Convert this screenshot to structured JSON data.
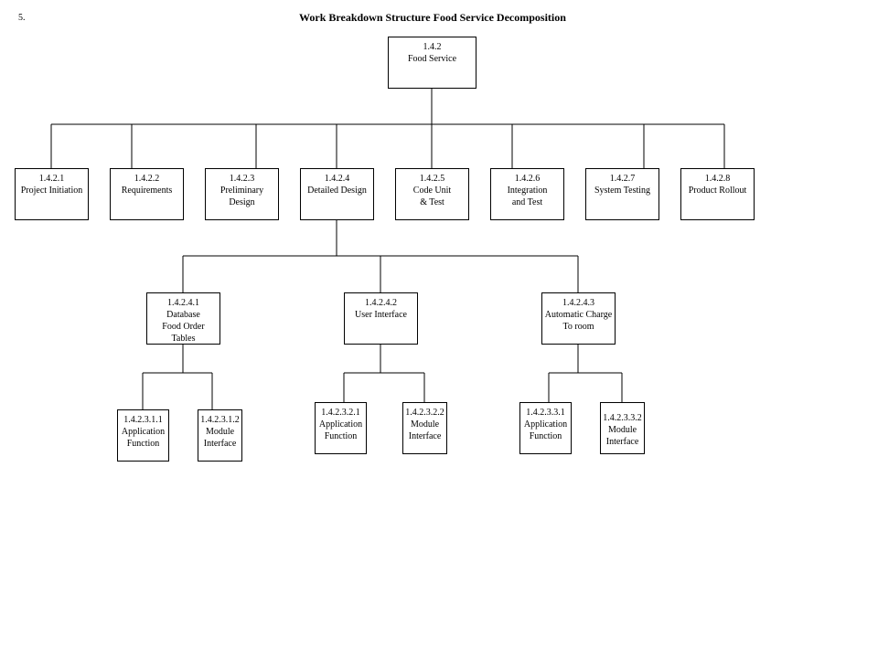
{
  "page_number": "5.",
  "title": "Work Breakdown Structure Food Service Decomposition",
  "nodes": {
    "root": {
      "id": "1.4.2",
      "lines": [
        "Food Service"
      ]
    },
    "n1": {
      "id": "1.4.2.1",
      "lines": [
        "Project Initiation"
      ]
    },
    "n2": {
      "id": "1.4.2.2",
      "lines": [
        "Requirements"
      ]
    },
    "n3": {
      "id": "1.4.2.3",
      "lines": [
        "Preliminary",
        "Design"
      ]
    },
    "n4": {
      "id": "1.4.2.4",
      "lines": [
        "Detailed Design"
      ]
    },
    "n5": {
      "id": "1.4.2.5",
      "lines": [
        "Code Unit",
        "& Test"
      ]
    },
    "n6": {
      "id": "1.4.2.6",
      "lines": [
        "Integration",
        "and Test"
      ]
    },
    "n7": {
      "id": "1.4.2.7",
      "lines": [
        "System Testing"
      ]
    },
    "n8": {
      "id": "1.4.2.8",
      "lines": [
        "Product Rollout"
      ]
    },
    "n41": {
      "id": "1.4.2.4.1",
      "lines": [
        "Database",
        "Food Order",
        "Tables"
      ]
    },
    "n42": {
      "id": "1.4.2.4.2",
      "lines": [
        "User Interface"
      ]
    },
    "n43": {
      "id": "1.4.2.4.3",
      "lines": [
        "Automatic Charge",
        "To room"
      ]
    },
    "n311": {
      "id": "1.4.2.3.1.1",
      "lines": [
        "Application",
        "Function"
      ]
    },
    "n312": {
      "id": "1.4.2.3.1.2",
      "lines": [
        "Module",
        "Interface"
      ]
    },
    "n321": {
      "id": "1.4.2.3.2.1",
      "lines": [
        "Application",
        "Function"
      ]
    },
    "n322": {
      "id": "1.4.2.3.2.2",
      "lines": [
        "Module",
        "Interface"
      ]
    },
    "n331": {
      "id": "1.4.2.3.3.1",
      "lines": [
        "Application",
        "Function"
      ]
    },
    "n332": {
      "id": "1.4.2.3.3.2",
      "lines": [
        "Module",
        "Interface"
      ]
    }
  }
}
